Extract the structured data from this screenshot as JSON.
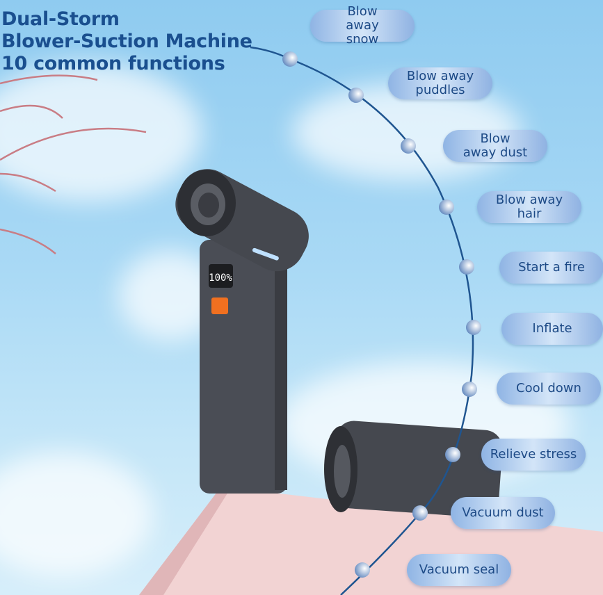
{
  "title": {
    "line1": "Dual-Storm",
    "line2": "Blower-Suction Machine",
    "line3": "10 common functions"
  },
  "device": {
    "display": "100%"
  },
  "functions": [
    {
      "label": "Blow away snow"
    },
    {
      "label": "Blow away puddles"
    },
    {
      "label": "Blow away dust"
    },
    {
      "label": "Blow away hair"
    },
    {
      "label": "Start a fire"
    },
    {
      "label": "Inflate"
    },
    {
      "label": "Cool down"
    },
    {
      "label": "Relieve stress"
    },
    {
      "label": "Vacuum dust"
    },
    {
      "label": "Vacuum seal"
    }
  ],
  "colors": {
    "title": "#1a4f8f",
    "arc": "#1f5590",
    "accent": "#f07020"
  }
}
